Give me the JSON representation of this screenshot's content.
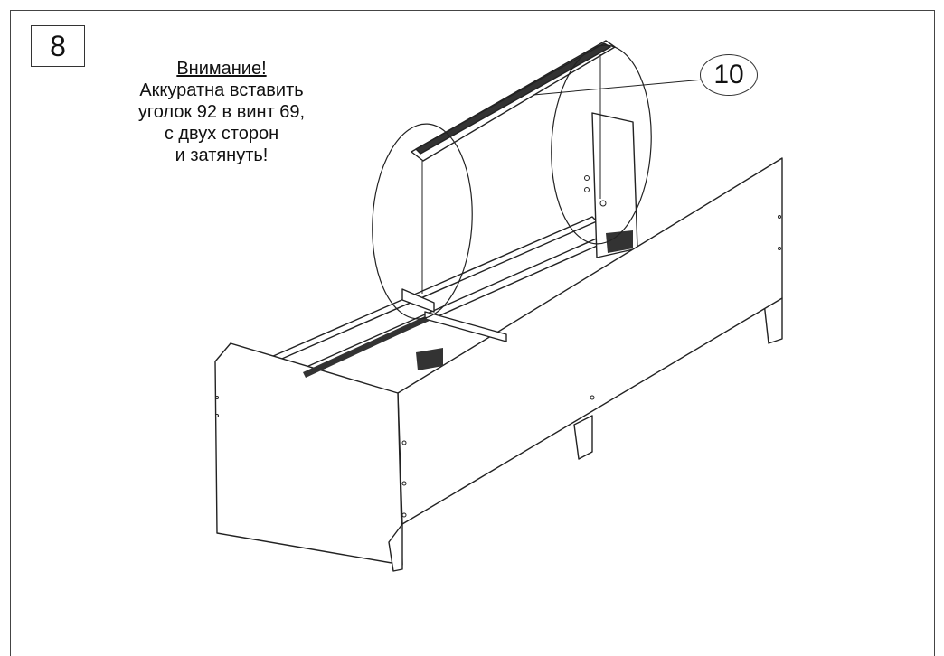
{
  "step": {
    "number": "8"
  },
  "note": {
    "title": "Внимание!",
    "lines": [
      "Аккуратна вставить",
      "уголок 92 в винт 69,",
      "с двух сторон",
      "и затянуть!"
    ]
  },
  "callout": {
    "label": "10"
  },
  "colors": {
    "line": "#222222",
    "panel_fill": "#ffffff",
    "dark_detail": "#333333"
  }
}
